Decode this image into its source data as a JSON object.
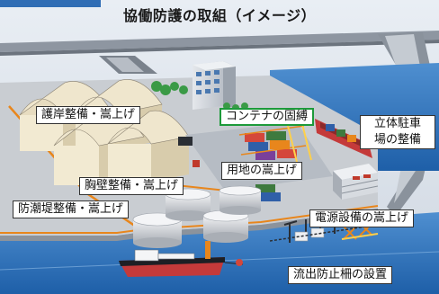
{
  "title": "協働防護の取組（イメージ）",
  "labels": {
    "seawall": "護岸整備・嵩上げ",
    "container": "コンテナの固縛",
    "parking_line1": "立体駐車",
    "parking_line2": "場の整備",
    "land": "用地の嵩上げ",
    "parapet": "胸壁整備・嵩上げ",
    "tidewall": "防潮堤整備・嵩上げ",
    "power": "電源設備の嵩上げ",
    "barrier": "流出防止柵の設置"
  },
  "colors": {
    "sea": "#1e5fa8",
    "sea_light": "#4f8fd0",
    "quay": "#c9cdd2",
    "accent_orange": "#e8861c",
    "label_green": "#1d9a3a"
  }
}
